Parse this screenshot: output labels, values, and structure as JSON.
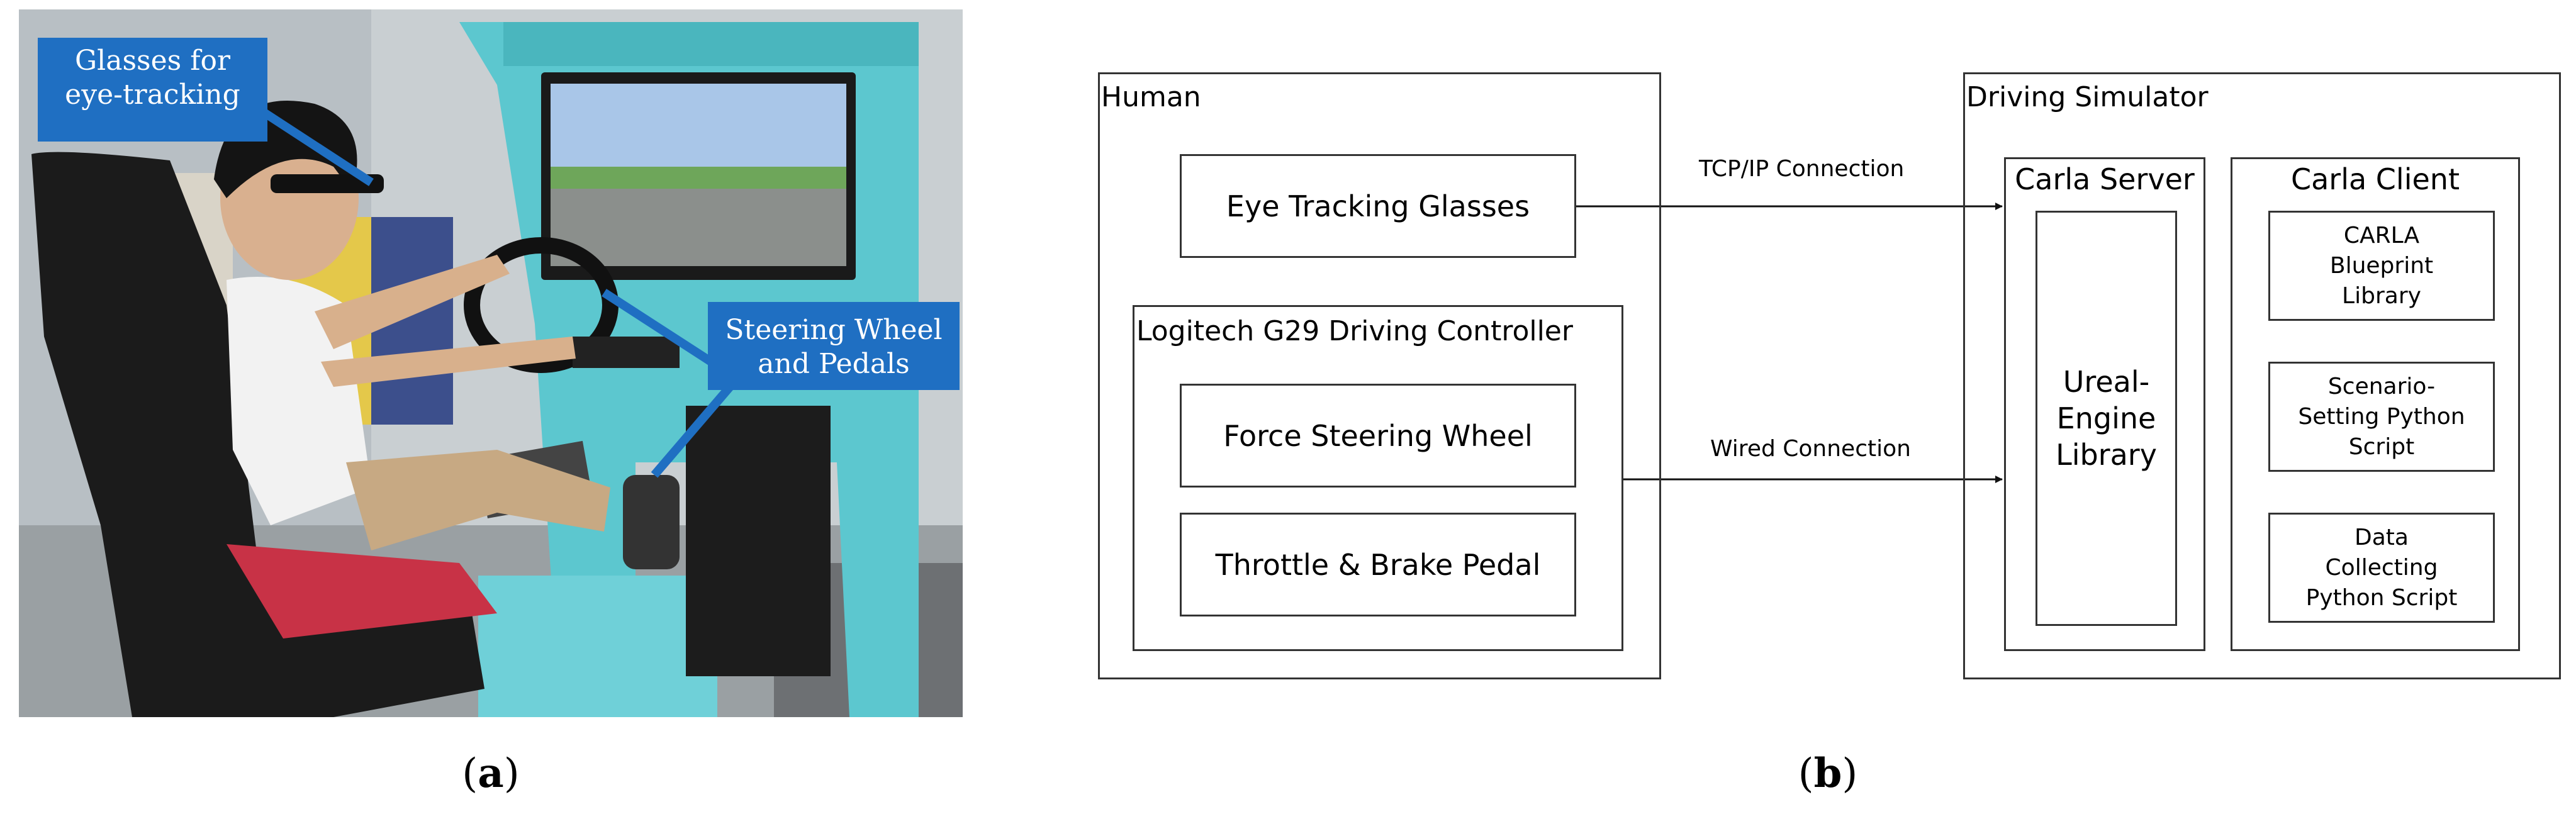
{
  "panel_a": {
    "callout_glasses": "Glasses for eye-tracking",
    "callout_wheel": "Steering Wheel and Pedals",
    "label_paren_open": "(",
    "label_letter": "a",
    "label_paren_close": ")"
  },
  "panel_b": {
    "label_paren_open": "(",
    "label_letter": "b",
    "label_paren_close": ")",
    "human": {
      "title": "Human",
      "eye_tracking": "Eye Tracking Glasses",
      "controller": {
        "title": "Logitech G29 Driving Controller",
        "wheel": "Force Steering Wheel",
        "pedal": "Throttle & Brake Pedal"
      }
    },
    "connections": {
      "tcp": "TCP/IP Connection",
      "wired": "Wired Connection"
    },
    "simulator": {
      "title": "Driving Simulator",
      "server": {
        "title": "Carla Server",
        "engine": "Ureal-Engine Library"
      },
      "client": {
        "title": "Carla Client",
        "blueprint": "CARLA Blueprint Library",
        "scenario": "Scenario-Setting Python Script",
        "collect": "Data Collecting Python Script"
      }
    }
  },
  "colors": {
    "callout": "#1f6fc2",
    "cabinet": "#5cc7cf",
    "box_border": "#333333"
  }
}
